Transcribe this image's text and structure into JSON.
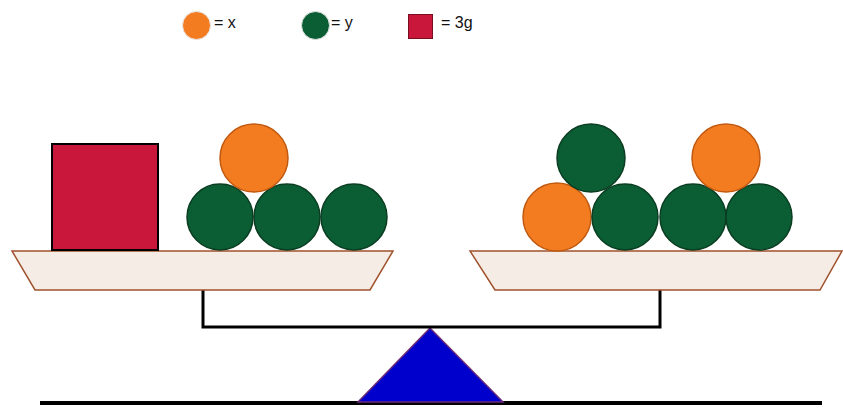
{
  "diagram": {
    "legend": [
      {
        "text": "= x",
        "color": "#f47c20"
      },
      {
        "text": "= y",
        "color": "#0b5d33"
      },
      {
        "text": "= 3g",
        "color": "#c8173a"
      }
    ]
  }
}
